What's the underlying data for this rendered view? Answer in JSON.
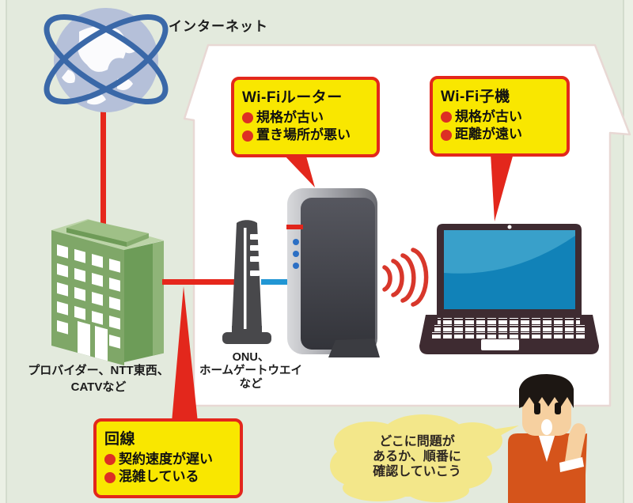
{
  "diagram": {
    "internet_label": "インターネット",
    "provider_label": [
      "プロバイダー、NTT東西、",
      "CATVなど"
    ],
    "onu_label": [
      "ONU、",
      "ホームゲートウエイ",
      "など"
    ],
    "callouts": {
      "router": {
        "title": "Wi-Fiルーター",
        "items": [
          "規格が古い",
          "置き場所が悪い"
        ]
      },
      "client": {
        "title": "Wi-Fi子機",
        "items": [
          "規格が古い",
          "距離が遠い"
        ]
      },
      "line": {
        "title": "回線",
        "items": [
          "契約速度が遅い",
          "混雑している"
        ]
      }
    },
    "speech_bubble": [
      "どこに問題が",
      "あるか、順番に",
      "確認していこう"
    ],
    "icons": {
      "internet": "globe-icon",
      "provider": "office-building-icon",
      "onu": "onu-modem-icon",
      "router": "wifi-router-icon",
      "client": "laptop-icon",
      "signal": "wifi-signal-waves-icon",
      "person": "person-icon",
      "bubble": "speech-bubble-icon"
    },
    "colors": {
      "background": "#e3eadd",
      "callout-fill": "#f9e700",
      "callout-border": "#e3271c",
      "bullet-red": "#dd2f24",
      "line-red": "#e6271c",
      "line-blue": "#2196d4",
      "house-border": "#e8d8d4",
      "building-green": "#7fa768",
      "globe-ring-blue": "#3a68a8",
      "screen-blue": "#1182b8",
      "shirt-orange": "#d5541b",
      "bubble-fill": "#f3e78a"
    }
  }
}
